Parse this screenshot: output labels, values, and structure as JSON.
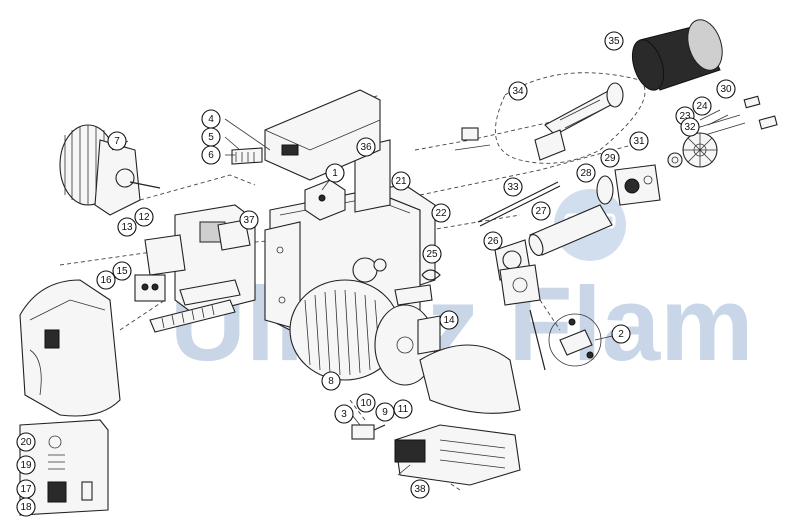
{
  "diagram": {
    "watermark": "Ullanz Flam",
    "callouts": [
      {
        "label": "1"
      },
      {
        "label": "2"
      },
      {
        "label": "3"
      },
      {
        "label": "4"
      },
      {
        "label": "5"
      },
      {
        "label": "6"
      },
      {
        "label": "7"
      },
      {
        "label": "8"
      },
      {
        "label": "9"
      },
      {
        "label": "10"
      },
      {
        "label": "11"
      },
      {
        "label": "12"
      },
      {
        "label": "13"
      },
      {
        "label": "14"
      },
      {
        "label": "15"
      },
      {
        "label": "16"
      },
      {
        "label": "17"
      },
      {
        "label": "18"
      },
      {
        "label": "19"
      },
      {
        "label": "20"
      },
      {
        "label": "21"
      },
      {
        "label": "22"
      },
      {
        "label": "23"
      },
      {
        "label": "24"
      },
      {
        "label": "25"
      },
      {
        "label": "26"
      },
      {
        "label": "27"
      },
      {
        "label": "28"
      },
      {
        "label": "29"
      },
      {
        "label": "30"
      },
      {
        "label": "31"
      },
      {
        "label": "32"
      },
      {
        "label": "33"
      },
      {
        "label": "34"
      },
      {
        "label": "35"
      },
      {
        "label": "36"
      },
      {
        "label": "37"
      },
      {
        "label": "38"
      }
    ]
  }
}
